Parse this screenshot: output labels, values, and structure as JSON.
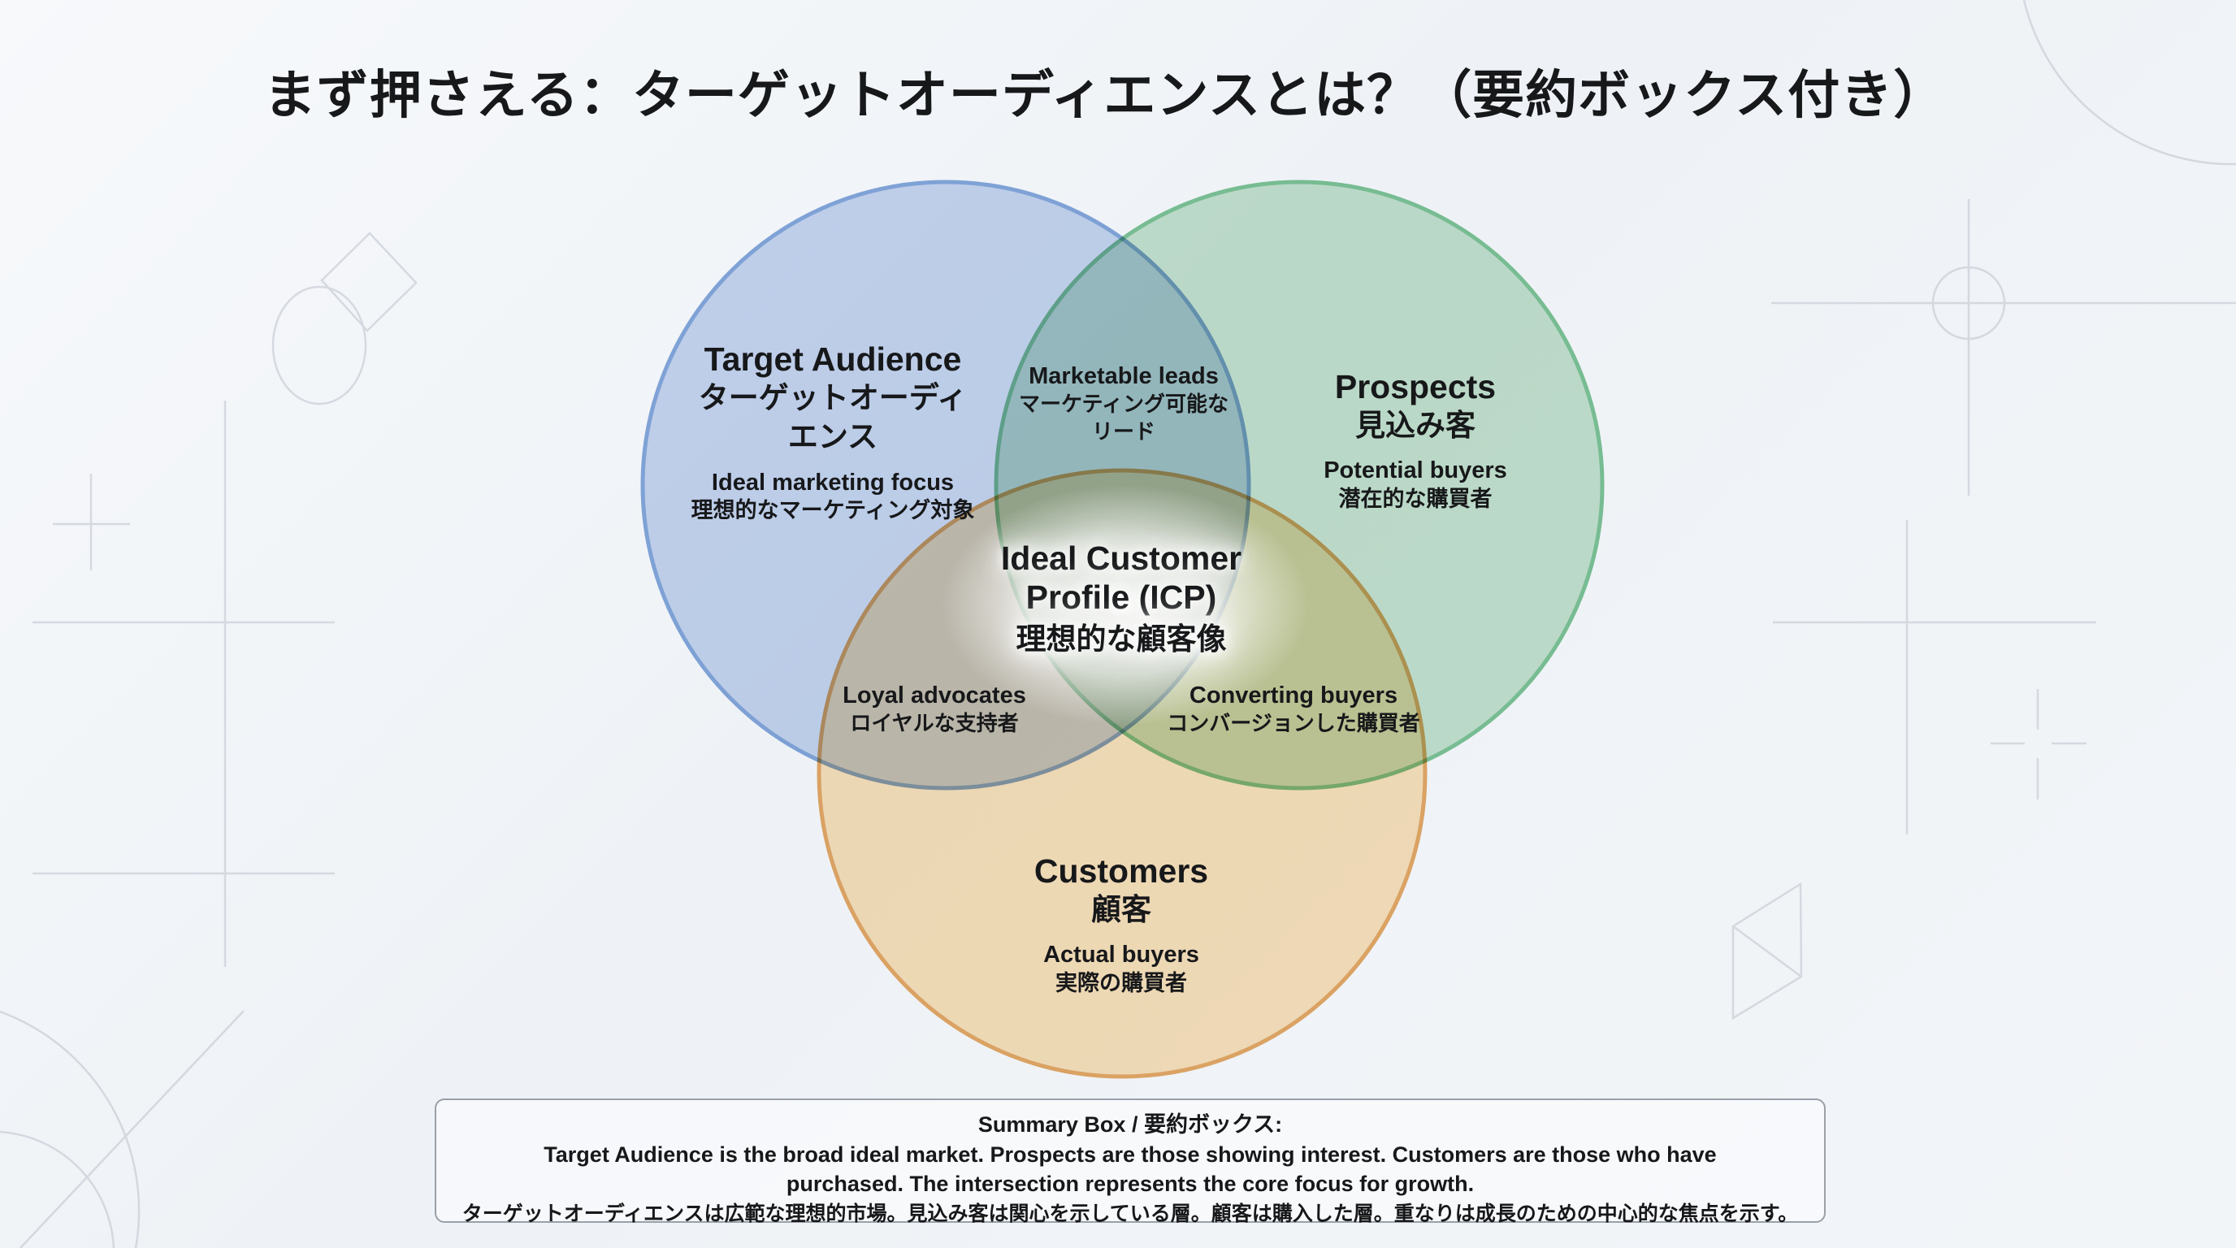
{
  "title": "まず押さえる：ターゲットオーディエンスとは？（要約ボックス付き）",
  "colors": {
    "background": "#f1f4f7",
    "text": "#17181a",
    "decoration_line": "#c6cad3",
    "target_audience_fill": "#c9d7f0",
    "target_audience_stroke": "#86a9dc",
    "prospects_fill": "#c8e4cf",
    "prospects_stroke": "#7fc697",
    "customers_fill": "#fde3bb",
    "customers_stroke": "#e9aa66",
    "summary_border": "#9aa0a8"
  },
  "venn": {
    "target_audience": {
      "title_en": "Target Audience",
      "title_ja_line1": "ターゲットオーディ",
      "title_ja_line2": "エンス",
      "sub_en": "Ideal marketing focus",
      "sub_ja": "理想的なマーケティング対象"
    },
    "prospects": {
      "title_en": "Prospects",
      "title_ja": "見込み客",
      "sub_en": "Potential buyers",
      "sub_ja": "潜在的な購買者"
    },
    "customers": {
      "title_en": "Customers",
      "title_ja": "顧客",
      "sub_en": "Actual buyers",
      "sub_ja": "実際の購買者"
    },
    "marketable_leads": {
      "en": "Marketable leads",
      "ja_line1": "マーケティング可能な",
      "ja_line2": "リード"
    },
    "loyal_advocates": {
      "en": "Loyal advocates",
      "ja": "ロイヤルな支持者"
    },
    "converting_buyers": {
      "en": "Converting buyers",
      "ja": "コンバージョンした購買者"
    },
    "icp": {
      "en_line1": "Ideal Customer",
      "en_line2": "Profile (ICP)",
      "ja": "理想的な顧客像"
    }
  },
  "summary_box": {
    "heading": "Summary Box / 要約ボックス:",
    "body_en": "Target Audience is the broad ideal market. Prospects are those showing interest. Customers are those who have purchased. The intersection represents the core focus for growth.",
    "body_ja": "ターゲットオーディエンスは広範な理想的市場。見込み客は関心を示している層。顧客は購入した層。重なりは成長のための中心的な焦点を示す。"
  }
}
